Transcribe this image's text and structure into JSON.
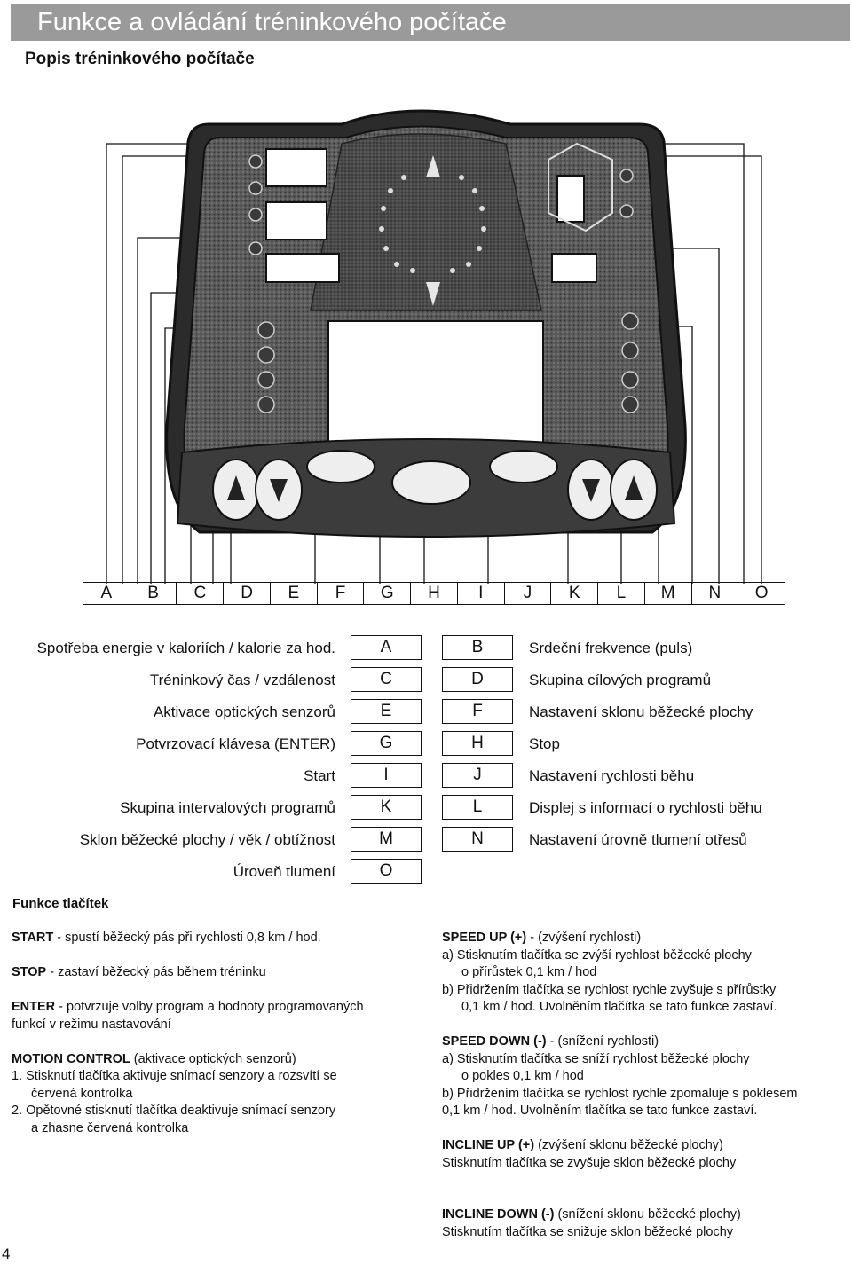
{
  "header": {
    "title": "Funkce a ovládání tréninkového počítače",
    "subtitle": "Popis tréninkového počítače"
  },
  "letters": [
    "A",
    "B",
    "C",
    "D",
    "E",
    "F",
    "G",
    "H",
    "I",
    "J",
    "K",
    "L",
    "M",
    "N",
    "O"
  ],
  "legend": {
    "rows": [
      {
        "left_label": "Spotřeba energie v kaloriích / kalorie za hod.",
        "left_letter": "A",
        "right_letter": "B",
        "right_label": "Srdeční frekvence (puls)"
      },
      {
        "left_label": "Tréninkový čas / vzdálenost",
        "left_letter": "C",
        "right_letter": "D",
        "right_label": "Skupina cílových programů"
      },
      {
        "left_label": "Aktivace optických senzorů",
        "left_letter": "E",
        "right_letter": "F",
        "right_label": "Nastavení sklonu běžecké plochy"
      },
      {
        "left_label": "Potvrzovací klávesa (ENTER)",
        "left_letter": "G",
        "right_letter": "H",
        "right_label": "Stop"
      },
      {
        "left_label": "Start",
        "left_letter": "I",
        "right_letter": "J",
        "right_label": "Nastavení rychlosti běhu"
      },
      {
        "left_label": "Skupina intervalových programů",
        "left_letter": "K",
        "right_letter": "L",
        "right_label": "Displej s informací o rychlosti běhu"
      },
      {
        "left_label": "Sklon běžecké plochy / věk / obtížnost",
        "left_letter": "M",
        "right_letter": "N",
        "right_label": "Nastavení úrovně tlumení otřesů"
      },
      {
        "left_label": "Úroveň tlumení",
        "left_letter": "O"
      }
    ]
  },
  "functions": {
    "heading": "Funkce tlačítek",
    "left": {
      "start_key": "START",
      "start_text": " - spustí běžecký pás při rychlosti 0,8 km / hod.",
      "stop_key": "STOP",
      "stop_text": " - zastaví běžecký pás během tréninku",
      "enter_key": "ENTER",
      "enter_text_1": " - potvrzuje volby program a hodnoty programovaných",
      "enter_text_2": "funkcí v režimu nastavování",
      "motion_key": "MOTION CONTROL",
      "motion_text": " (aktivace optických senzorů)",
      "motion_1a": "1. Stisknutí tlačítka aktivuje snímací senzory a rozsvítí se",
      "motion_1b": "červená kontrolka",
      "motion_2a": "2. Opětovné stisknutí tlačítka deaktivuje snímací senzory",
      "motion_2b": "a zhasne červená kontrolka"
    },
    "right": {
      "speed_up_key": "SPEED UP (+)",
      "speed_up_text": " - (zvýšení rychlosti)",
      "speed_up_a1": "a) Stisknutím tlačítka se zvýší rychlost běžecké plochy",
      "speed_up_a2": "o přírůstek 0,1 km / hod",
      "speed_up_b1": "b) Přidržením tlačítka se rychlost rychle zvyšuje s přírůstky",
      "speed_up_b2": "0,1 km / hod. Uvolněním tlačítka se tato funkce zastaví.",
      "speed_down_key": "SPEED DOWN (-)",
      "speed_down_text": " - (snížení rychlosti)",
      "speed_down_a1": "a) Stisknutím tlačítka se sníží rychlost běžecké plochy",
      "speed_down_a2": "o pokles 0,1 km / hod",
      "speed_down_b1": "b) Přidržením tlačítka se rychlost rychle zpomaluje s poklesem",
      "speed_down_b2": "0,1 km / hod. Uvolněním tlačítka se tato funkce zastaví.",
      "incline_up_key": "INCLINE UP (+)",
      "incline_up_text": " (zvýšení sklonu běžecké plochy)",
      "incline_up_desc": "Stisknutím tlačítka se zvyšuje sklon běžecké plochy",
      "incline_down_key": "INCLINE DOWN (-)",
      "incline_down_text": " (snížení sklonu běžecké plochy)",
      "incline_down_desc": "Stisknutím tlačítka se snižuje sklon běžecké plochy"
    }
  },
  "page": {
    "number": "4"
  }
}
